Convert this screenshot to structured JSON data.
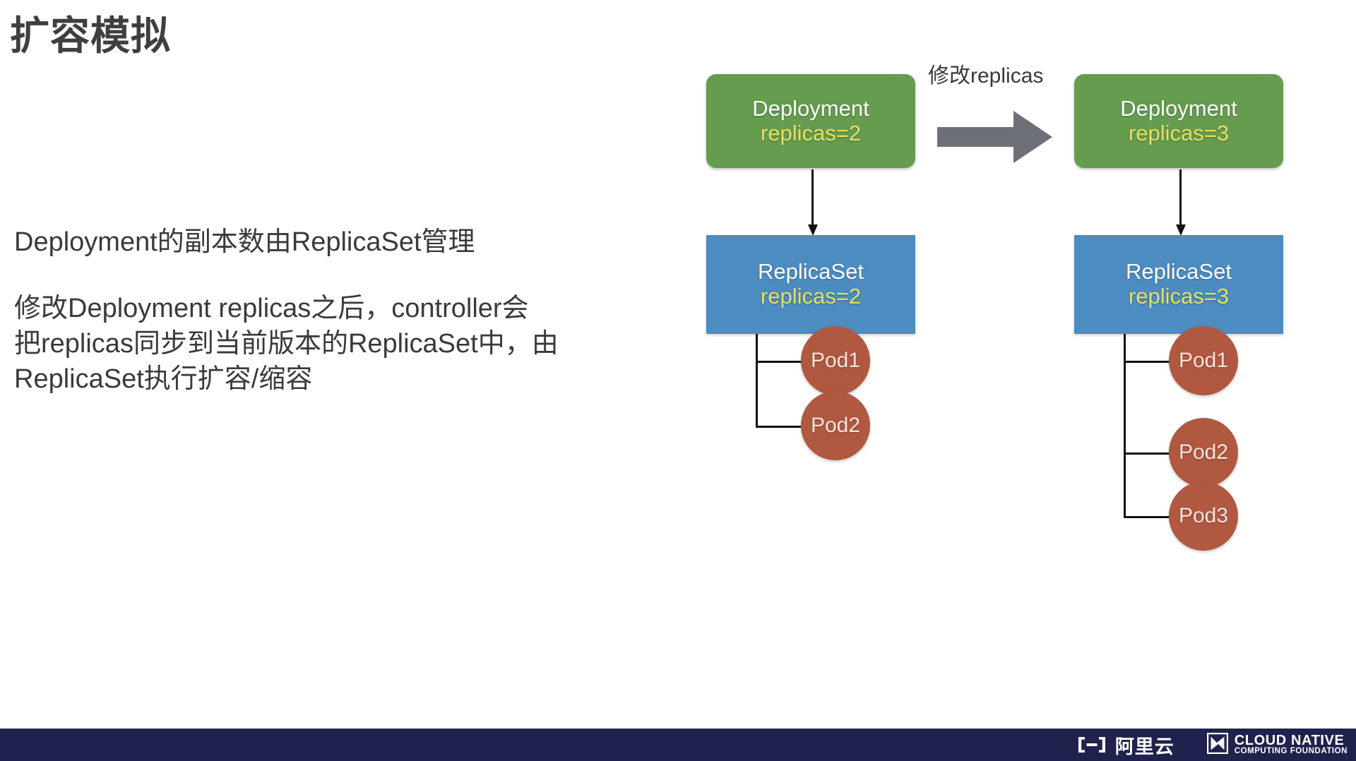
{
  "slide": {
    "title": "扩容模拟",
    "paragraphs": [
      {
        "lines": [
          "Deployment的副本数由ReplicaSet管理"
        ]
      },
      {
        "lines": [
          "修改Deployment replicas之后，controller会",
          "把replicas同步到当前版本的ReplicaSet中，由",
          "ReplicaSet执行扩容/缩容"
        ]
      }
    ]
  },
  "diagram": {
    "transition_label": "修改replicas",
    "before": {
      "deployment": {
        "title": "Deployment",
        "sub": "replicas=2"
      },
      "replicaset": {
        "title": "ReplicaSet",
        "sub": "replicas=2"
      },
      "pods": [
        "Pod1",
        "Pod2"
      ]
    },
    "after": {
      "deployment": {
        "title": "Deployment",
        "sub": "replicas=3"
      },
      "replicaset": {
        "title": "ReplicaSet",
        "sub": "replicas=3"
      },
      "pods": [
        "Pod1",
        "Pod2",
        "Pod3"
      ]
    }
  },
  "footer": {
    "alibaba_cloud_label": "阿里云",
    "cncf_line1": "CLOUD NATIVE",
    "cncf_line2": "COMPUTING FOUNDATION"
  },
  "colors": {
    "deployment_green": "#669C4F",
    "replicaset_blue": "#4C8CC0",
    "pod_brick": "#B05840",
    "sub_yellow": "#E9E060",
    "arrow_gray": "#6E7078",
    "footer_navy": "#20224D",
    "text_gray": "#3a3a3a"
  }
}
